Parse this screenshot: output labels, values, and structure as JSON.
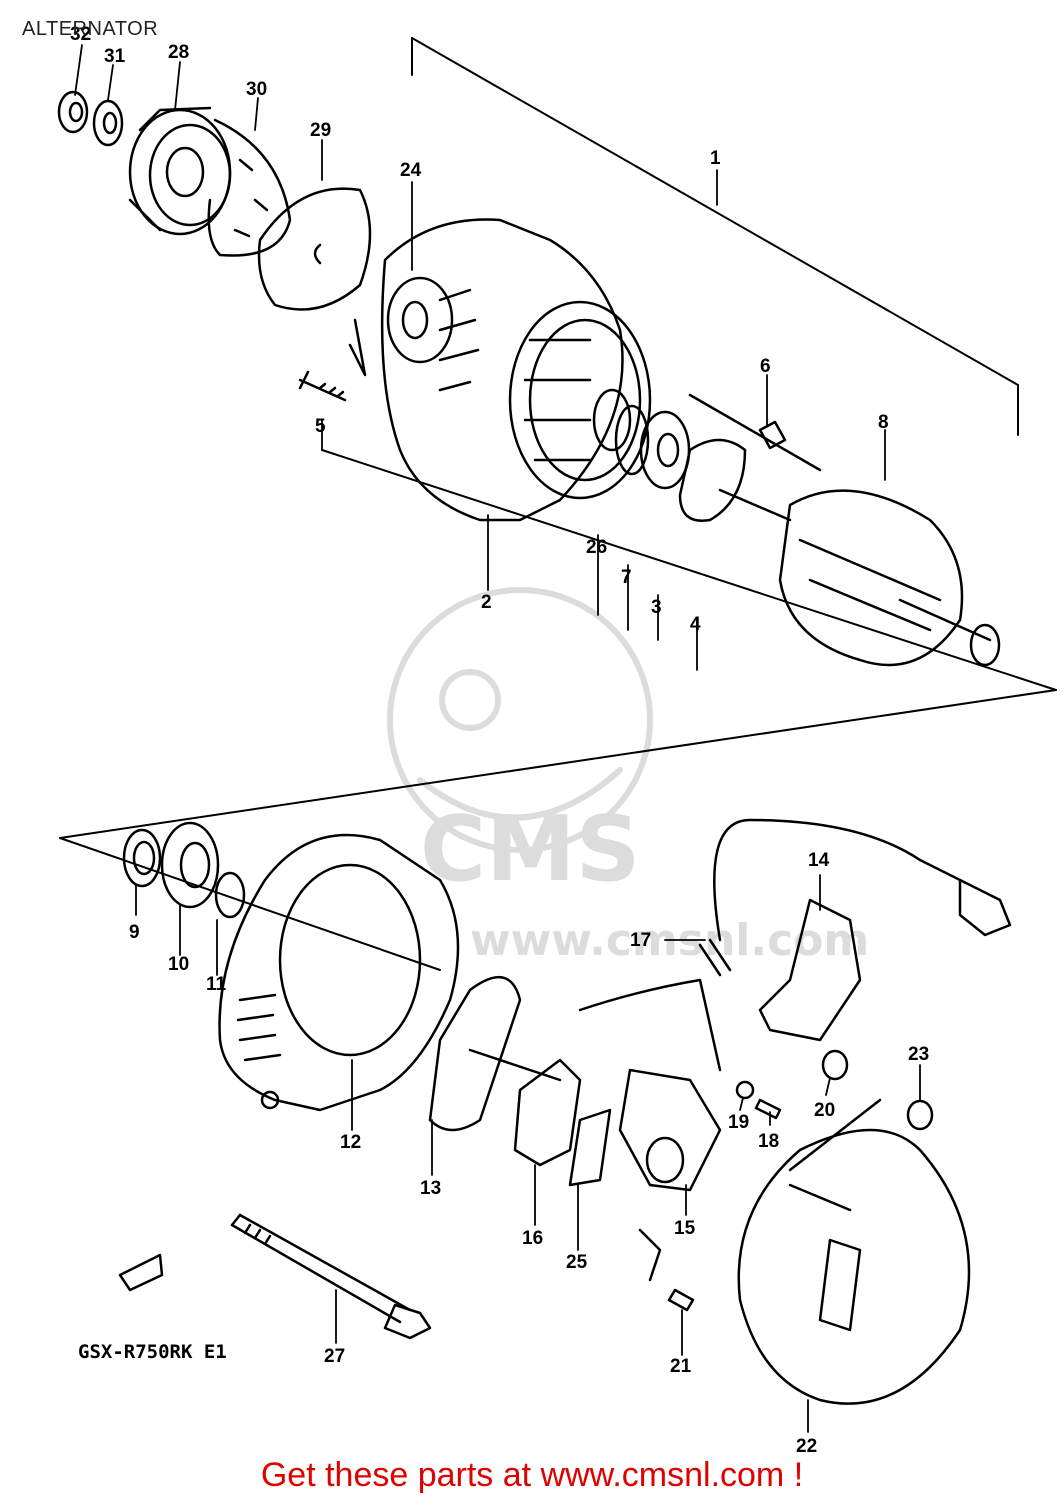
{
  "title": "ALTERNATOR",
  "footer": "Get these parts at www.cmsnl.com !",
  "model_code": "GSX-R750RK E1",
  "watermark": {
    "brand": "CMS",
    "url": "www.cmsnl.com"
  },
  "colors": {
    "ink": "#000000",
    "footer": "#e00000",
    "watermark": "#dcdcdc"
  },
  "callouts": [
    "32",
    "31",
    "28",
    "30",
    "29",
    "24",
    "1",
    "6",
    "8",
    "5",
    "2",
    "26",
    "7",
    "3",
    "4",
    "9",
    "10",
    "11",
    "12",
    "13",
    "14",
    "17",
    "16",
    "25",
    "15",
    "19",
    "18",
    "20",
    "23",
    "21",
    "22",
    "27"
  ]
}
